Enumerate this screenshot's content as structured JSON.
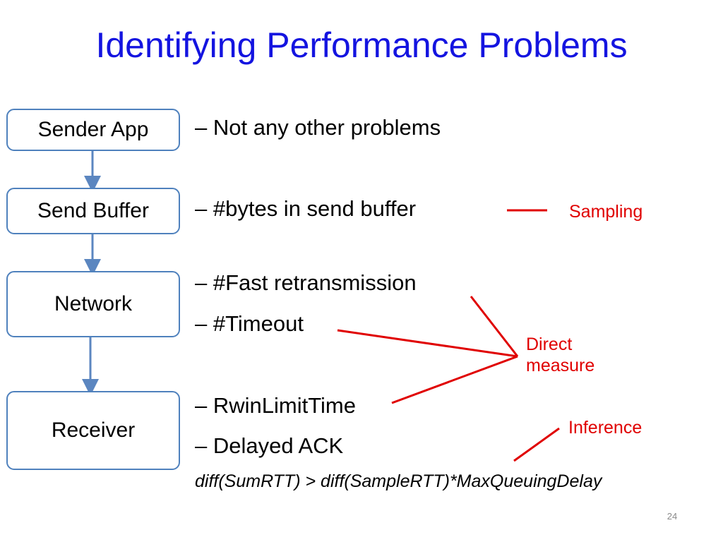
{
  "title": "Identifying Performance Problems",
  "flow": {
    "boxes": [
      "Sender App",
      "Send Buffer",
      "Network",
      "Receiver"
    ]
  },
  "items": {
    "sender": "– Not any other problems",
    "buffer": "– #bytes in send buffer",
    "network_fast": "– #Fast retransmission",
    "network_timeout": "– #Timeout",
    "receiver_rwin": "– RwinLimitTime",
    "receiver_delayed": "– Delayed ACK"
  },
  "formula": "diff(SumRTT) > diff(SampleRTT)*MaxQueuingDelay",
  "annotations": {
    "sampling": "Sampling",
    "direct_line1": "Direct",
    "direct_line2": "measure",
    "inference": "Inference"
  },
  "colors": {
    "title": "#1414e0",
    "box_border": "#4f81bd",
    "arrow": "#5b86c0",
    "annotation": "#e00000"
  },
  "page_number": "24"
}
